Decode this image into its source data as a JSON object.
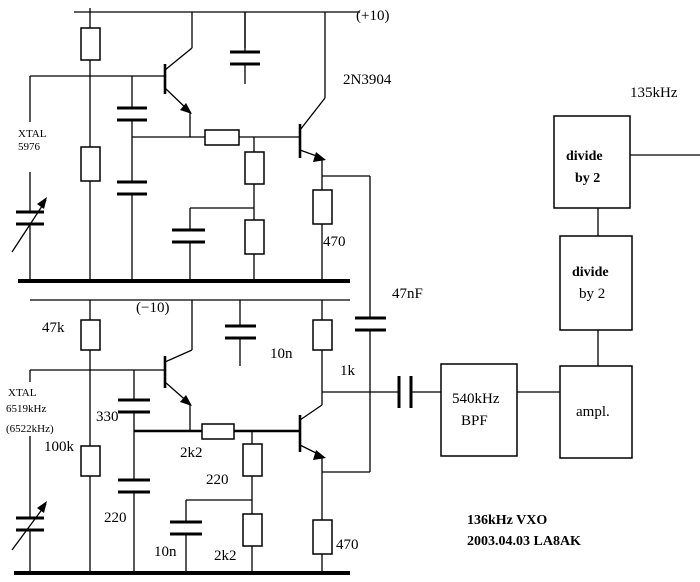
{
  "title_lines": [
    "136kHz VXO",
    "2003.04.03 LA8AK"
  ],
  "supply_pos": "(+10)",
  "supply_neg": "(−10)",
  "transistor": "2N3904",
  "output_freq": "135kHz",
  "xtal_top": [
    "XTAL",
    "5976"
  ],
  "xtal_bottom": [
    "XTAL",
    "6519kHz",
    "(6522kHz)"
  ],
  "blocks": {
    "div1": [
      "divide",
      "by 2"
    ],
    "div2": [
      "divide",
      "by 2"
    ],
    "ampl": "ampl.",
    "bpf": [
      "540kHz",
      "BPF"
    ]
  },
  "components": {
    "r_470_top": "470",
    "c_47nF": "47nF",
    "r_47k": "47k",
    "c_10n_top": "10n",
    "r_1k": "1k",
    "c_330": "330",
    "r_100k": "100k",
    "r_2k2_mid": "2k2",
    "r_220": "220",
    "c_220": "220",
    "c_10n_bot": "10n",
    "r_2k2_bot": "2k2",
    "r_470_bot": "470"
  }
}
